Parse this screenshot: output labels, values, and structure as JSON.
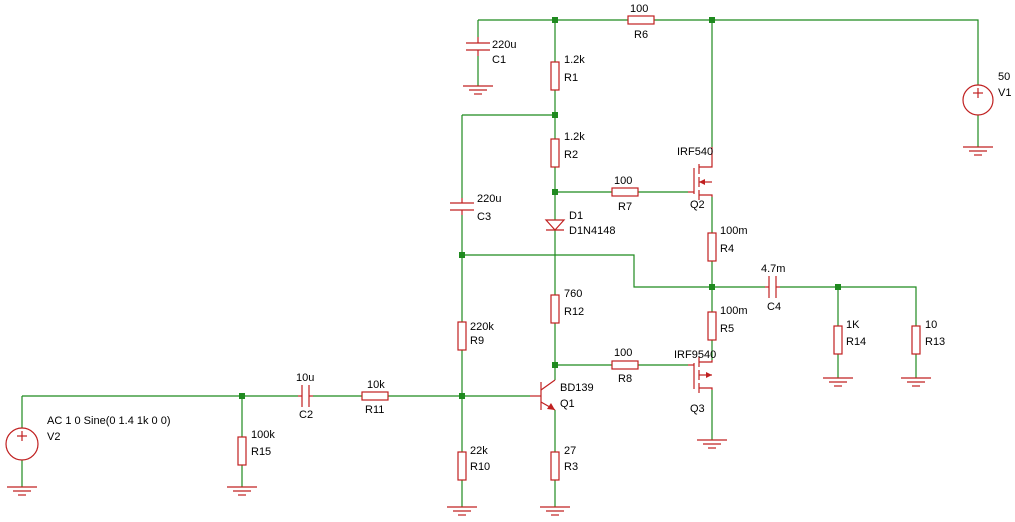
{
  "colors": {
    "wire": "#1f8a1f",
    "component": "#c02020",
    "node": "#1f8a1f",
    "text": "#000000"
  },
  "components": {
    "R6": {
      "value": "100",
      "ref": "R6"
    },
    "C1": {
      "value": "220u",
      "ref": "C1"
    },
    "R1": {
      "value": "1.2k",
      "ref": "R1"
    },
    "R2": {
      "value": "1.2k",
      "ref": "R2"
    },
    "R7": {
      "value": "100",
      "ref": "R7"
    },
    "Q2": {
      "value": "IRF540",
      "ref": "Q2"
    },
    "C3": {
      "value": "220u",
      "ref": "C3"
    },
    "D1": {
      "ref": "D1",
      "value": "D1N4148"
    },
    "R4": {
      "value": "100m",
      "ref": "R4"
    },
    "C4": {
      "value": "4.7m",
      "ref": "C4"
    },
    "R12": {
      "value": "760",
      "ref": "R12"
    },
    "R5": {
      "value": "100m",
      "ref": "R5"
    },
    "R14": {
      "value": "1K",
      "ref": "R14"
    },
    "R13": {
      "value": "10",
      "ref": "R13"
    },
    "R9": {
      "value": "220k",
      "ref": "R9"
    },
    "R8": {
      "value": "100",
      "ref": "R8"
    },
    "Q3": {
      "value": "IRF9540",
      "ref": "Q3"
    },
    "C2": {
      "value": "10u",
      "ref": "C2"
    },
    "R11": {
      "value": "10k",
      "ref": "R11"
    },
    "Q1": {
      "value": "BD139",
      "ref": "Q1"
    },
    "R15": {
      "value": "100k",
      "ref": "R15"
    },
    "R10": {
      "value": "22k",
      "ref": "R10"
    },
    "R3": {
      "value": "27",
      "ref": "R3"
    },
    "V1": {
      "value": "50",
      "ref": "V1"
    },
    "V2": {
      "value": "AC 1  0 Sine(0 1.4  1k 0 0)",
      "ref": "V2"
    }
  }
}
